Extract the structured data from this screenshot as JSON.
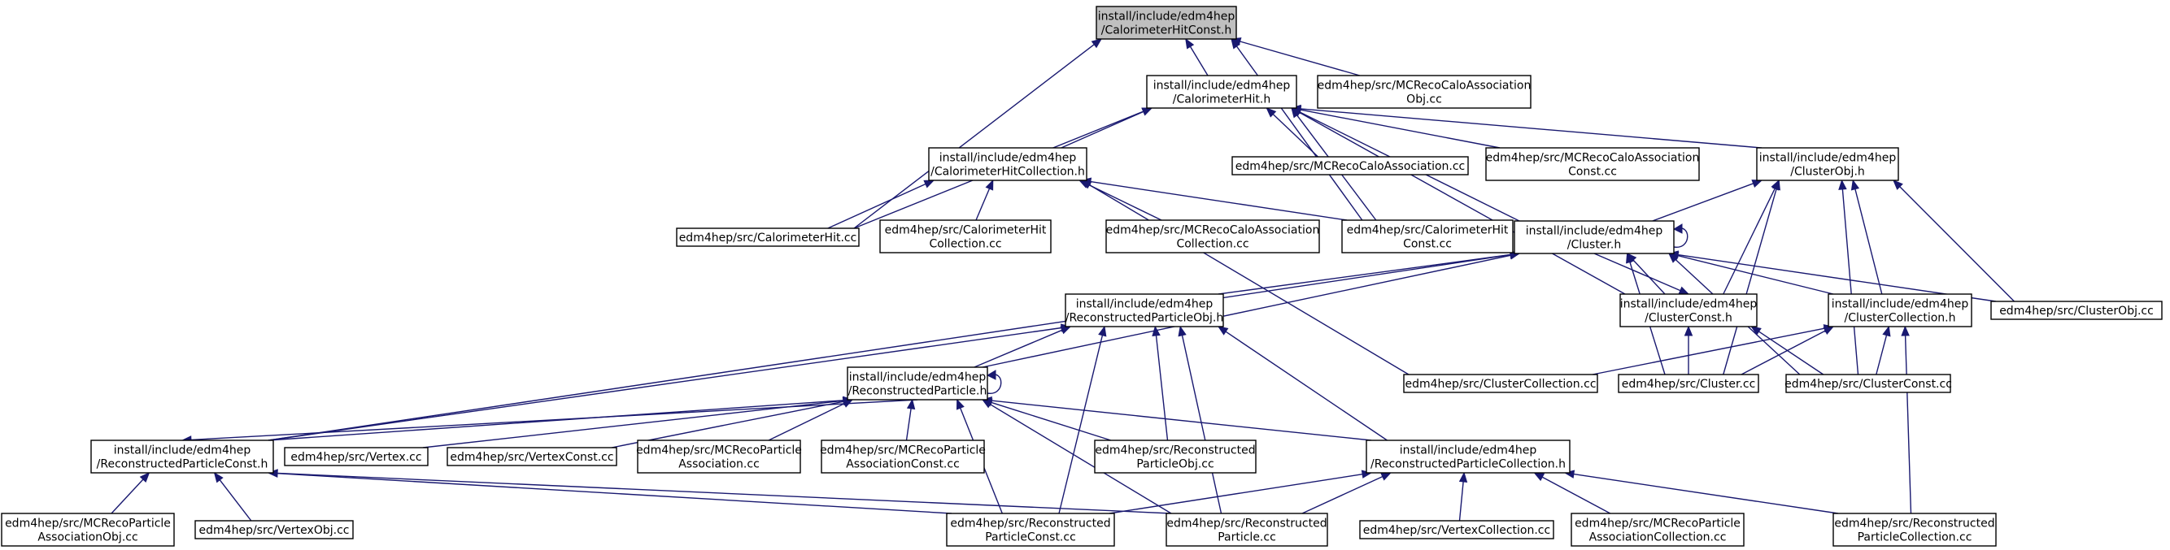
{
  "graph": {
    "nodes": [
      {
        "id": "root",
        "lines": [
          "install/include/edm4hep",
          "/CalorimeterHitConst.h"
        ],
        "root": true
      },
      {
        "id": "chh",
        "lines": [
          "install/include/edm4hep",
          "/CalorimeterHit.h"
        ]
      },
      {
        "id": "mccaObj",
        "lines": [
          "edm4hep/src/MCRecoCaloAssociation",
          "Obj.cc"
        ]
      },
      {
        "id": "chcH",
        "lines": [
          "install/include/edm4hep",
          "/CalorimeterHitCollection.h"
        ]
      },
      {
        "id": "mcca",
        "lines": [
          "edm4hep/src/MCRecoCaloAssociation.cc"
        ]
      },
      {
        "id": "mccaConst",
        "lines": [
          "edm4hep/src/MCRecoCaloAssociation",
          "Const.cc"
        ]
      },
      {
        "id": "clObjH",
        "lines": [
          "install/include/edm4hep",
          "/ClusterObj.h"
        ]
      },
      {
        "id": "chCC",
        "lines": [
          "edm4hep/src/CalorimeterHit.cc"
        ]
      },
      {
        "id": "chcCC",
        "lines": [
          "edm4hep/src/CalorimeterHit",
          "Collection.cc"
        ]
      },
      {
        "id": "mccaColl",
        "lines": [
          "edm4hep/src/MCRecoCaloAssociation",
          "Collection.cc"
        ]
      },
      {
        "id": "chConstCC",
        "lines": [
          "edm4hep/src/CalorimeterHit",
          "Const.cc"
        ]
      },
      {
        "id": "clH",
        "lines": [
          "install/include/edm4hep",
          "/Cluster.h"
        ]
      },
      {
        "id": "rpObjH",
        "lines": [
          "install/include/edm4hep",
          "/ReconstructedParticleObj.h"
        ]
      },
      {
        "id": "clConstH",
        "lines": [
          "install/include/edm4hep",
          "/ClusterConst.h"
        ]
      },
      {
        "id": "clCollH",
        "lines": [
          "install/include/edm4hep",
          "/ClusterCollection.h"
        ]
      },
      {
        "id": "clObjCC",
        "lines": [
          "edm4hep/src/ClusterObj.cc"
        ]
      },
      {
        "id": "rpH",
        "lines": [
          "install/include/edm4hep",
          "/ReconstructedParticle.h"
        ]
      },
      {
        "id": "clCollCC",
        "lines": [
          "edm4hep/src/ClusterCollection.cc"
        ]
      },
      {
        "id": "clCC",
        "lines": [
          "edm4hep/src/Cluster.cc"
        ]
      },
      {
        "id": "clConstCC",
        "lines": [
          "edm4hep/src/ClusterConst.cc"
        ]
      },
      {
        "id": "rpConstH",
        "lines": [
          "install/include/edm4hep",
          "/ReconstructedParticleConst.h"
        ]
      },
      {
        "id": "vertexCC",
        "lines": [
          "edm4hep/src/Vertex.cc"
        ]
      },
      {
        "id": "vertexConstCC",
        "lines": [
          "edm4hep/src/VertexConst.cc"
        ]
      },
      {
        "id": "mcrpaCC",
        "lines": [
          "edm4hep/src/MCRecoParticle",
          "Association.cc"
        ]
      },
      {
        "id": "mcrpaConstCC",
        "lines": [
          "edm4hep/src/MCRecoParticle",
          "AssociationConst.cc"
        ]
      },
      {
        "id": "rpObjCC",
        "lines": [
          "edm4hep/src/Reconstructed",
          "ParticleObj.cc"
        ]
      },
      {
        "id": "rpCollH",
        "lines": [
          "install/include/edm4hep",
          "/ReconstructedParticleCollection.h"
        ]
      },
      {
        "id": "mcrpaObjCC",
        "lines": [
          "edm4hep/src/MCRecoParticle",
          "AssociationObj.cc"
        ]
      },
      {
        "id": "vertexObjCC",
        "lines": [
          "edm4hep/src/VertexObj.cc"
        ]
      },
      {
        "id": "rpConstCC",
        "lines": [
          "edm4hep/src/Reconstructed",
          "ParticleConst.cc"
        ]
      },
      {
        "id": "rpCC",
        "lines": [
          "edm4hep/src/Reconstructed",
          "Particle.cc"
        ]
      },
      {
        "id": "vertexCollCC",
        "lines": [
          "edm4hep/src/VertexCollection.cc"
        ]
      },
      {
        "id": "mcrpaCollCC",
        "lines": [
          "edm4hep/src/MCRecoParticle",
          "AssociationCollection.cc"
        ]
      },
      {
        "id": "rpCollCC",
        "lines": [
          "edm4hep/src/Reconstructed",
          "ParticleCollection.cc"
        ]
      }
    ],
    "edges": [
      [
        "root",
        "chh"
      ],
      [
        "root",
        "mccaObj"
      ],
      [
        "root",
        "chCC"
      ],
      [
        "root",
        "chConstCC"
      ],
      [
        "chh",
        "chcH"
      ],
      [
        "chh",
        "mcca"
      ],
      [
        "chh",
        "mccaConst"
      ],
      [
        "chh",
        "clObjH"
      ],
      [
        "chh",
        "chCC"
      ],
      [
        "chh",
        "chConstCC"
      ],
      [
        "chh",
        "clH"
      ],
      [
        "chh",
        "clConstH"
      ],
      [
        "chcH",
        "chCC"
      ],
      [
        "chcH",
        "chcCC"
      ],
      [
        "chcH",
        "mccaColl"
      ],
      [
        "chcH",
        "chConstCC"
      ],
      [
        "chcH",
        "clCollCC"
      ],
      [
        "clObjH",
        "clH"
      ],
      [
        "clObjH",
        "clConstH"
      ],
      [
        "clObjH",
        "clCollH"
      ],
      [
        "clObjH",
        "clObjCC"
      ],
      [
        "clObjH",
        "clCC"
      ],
      [
        "clObjH",
        "clConstCC"
      ],
      [
        "clH",
        "clH"
      ],
      [
        "clH",
        "rpObjH"
      ],
      [
        "clH",
        "clConstH"
      ],
      [
        "clH",
        "clCollH"
      ],
      [
        "clH",
        "clObjCC"
      ],
      [
        "clH",
        "rpH"
      ],
      [
        "clH",
        "clCC"
      ],
      [
        "clH",
        "clConstCC"
      ],
      [
        "clH",
        "rpConstH"
      ],
      [
        "clConstH",
        "clH"
      ],
      [
        "clConstH",
        "clCC"
      ],
      [
        "clConstH",
        "clConstCC"
      ],
      [
        "clCollH",
        "clCollCC"
      ],
      [
        "clCollH",
        "clCC"
      ],
      [
        "clCollH",
        "clConstCC"
      ],
      [
        "clCollH",
        "rpCollCC"
      ],
      [
        "rpObjH",
        "rpH"
      ],
      [
        "rpObjH",
        "rpConstH"
      ],
      [
        "rpObjH",
        "rpObjCC"
      ],
      [
        "rpObjH",
        "rpCollH"
      ],
      [
        "rpObjH",
        "rpConstCC"
      ],
      [
        "rpObjH",
        "rpCC"
      ],
      [
        "rpH",
        "rpH"
      ],
      [
        "rpH",
        "rpConstH"
      ],
      [
        "rpH",
        "vertexCC"
      ],
      [
        "rpH",
        "vertexConstCC"
      ],
      [
        "rpH",
        "mcrpaCC"
      ],
      [
        "rpH",
        "mcrpaConstCC"
      ],
      [
        "rpH",
        "rpObjCC"
      ],
      [
        "rpH",
        "rpCollH"
      ],
      [
        "rpH",
        "rpConstCC"
      ],
      [
        "rpH",
        "rpCC"
      ],
      [
        "rpConstH",
        "rpH"
      ],
      [
        "rpConstH",
        "mcrpaObjCC"
      ],
      [
        "rpConstH",
        "vertexObjCC"
      ],
      [
        "rpConstH",
        "rpConstCC"
      ],
      [
        "rpConstH",
        "rpCC"
      ],
      [
        "rpCollH",
        "rpConstCC"
      ],
      [
        "rpCollH",
        "rpCC"
      ],
      [
        "rpCollH",
        "vertexCollCC"
      ],
      [
        "rpCollH",
        "mcrpaCollCC"
      ],
      [
        "rpCollH",
        "rpCollCC"
      ]
    ]
  },
  "colors": {
    "edge": "#191970",
    "node_border": "#000000",
    "root_fill": "#bfbfbf",
    "node_fill": "#ffffff"
  }
}
